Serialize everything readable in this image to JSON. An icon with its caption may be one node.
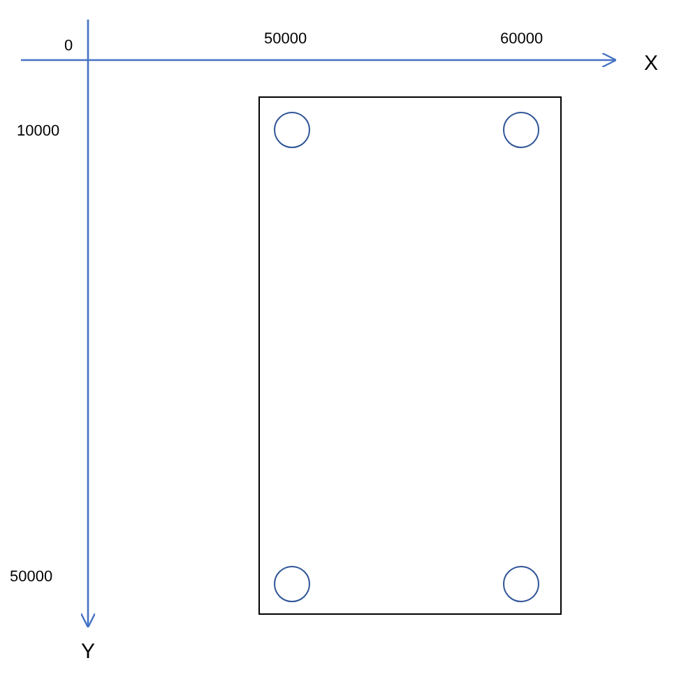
{
  "diagram": {
    "nodes": [
      {
        "text": [],
        "shape": "box"
      },
      {
        "text": [],
        "shape": "circle",
        "in": 0
      },
      {
        "text": [],
        "shape": "circle",
        "in": 0
      },
      {
        "text": [],
        "shape": "circle",
        "in": 0
      },
      {
        "text": [],
        "shape": "circle",
        "in": 0
      }
    ],
    "edges": [],
    "labels": [
      "0",
      "50000",
      "60000",
      "X",
      "10000",
      "Y",
      "50000"
    ]
  }
}
